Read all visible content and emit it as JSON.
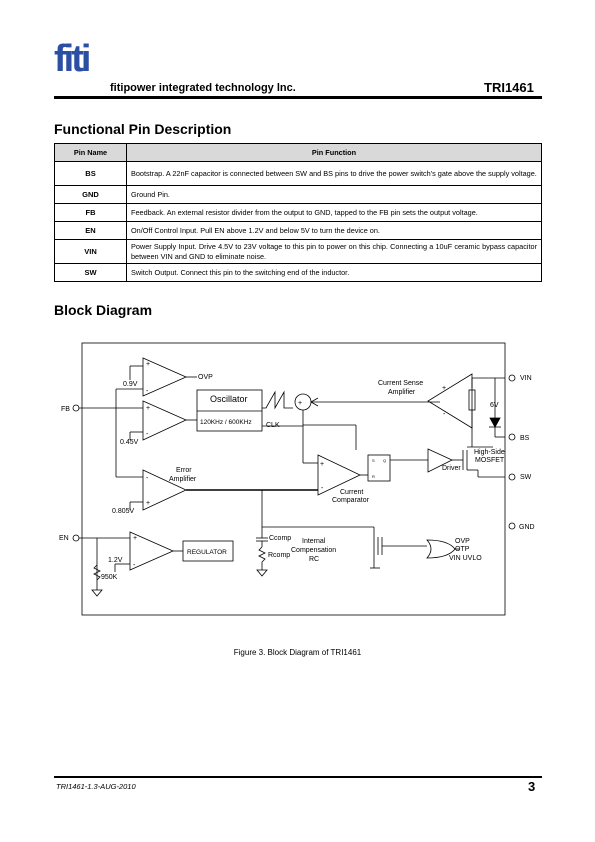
{
  "header": {
    "logo_text": "fiti",
    "company": "fitipower integrated technology lnc.",
    "doc_id": "TRI1461"
  },
  "pin_section": {
    "title": "Functional Pin Description",
    "columns": [
      "Pin Name",
      "Pin Function"
    ],
    "rows": [
      {
        "name": "BS",
        "func": "Bootstrap. A 22nF capacitor is connected between SW and BS pins to drive the power switch's gate above the supply voltage."
      },
      {
        "name": "GND",
        "func": "Ground Pin."
      },
      {
        "name": "FB",
        "func": "Feedback. An external resistor divider from the output to GND, tapped to the FB pin sets the output voltage."
      },
      {
        "name": "EN",
        "func": "On/Off Control Input. Pull EN above 1.2V and below 5V to turn the device on."
      },
      {
        "name": "VIN",
        "func": "Power Supply Input. Drive 4.5V to 23V voltage to this pin to power on this chip. Connecting a 10uF ceramic bypass capacitor between VIN and GND to eliminate noise."
      },
      {
        "name": "SW",
        "func": "Switch Output. Connect this pin to the switching end of the inductor."
      }
    ]
  },
  "block_section": {
    "title": "Block Diagram",
    "caption": "Figure 3. Block Diagram of TRI1461"
  },
  "diagram": {
    "labels": {
      "ovp": "OVP",
      "v09": "0.9V",
      "v045": "0.45V",
      "v0805": "0.805V",
      "fb": "FB",
      "en": "EN",
      "oscillator": "Oscillator",
      "osc_freq": "120KHz / 600KHz",
      "clk": "CLK",
      "plus": "+",
      "minus": "-",
      "error_amp_1": "Error",
      "error_amp_2": "Amplifier",
      "current_sense_1": "Current Sense",
      "current_sense_2": "Amplifier",
      "current_comp_1": "Current",
      "current_comp_2": "Comparator",
      "vin": "VIN",
      "bs": "BS",
      "sw": "SW",
      "gnd": "GND",
      "v6": "6V",
      "high_side_1": "High-Side",
      "high_side_2": "MOSFET",
      "driver": "Driver",
      "regulator": "REGULATOR",
      "v12": "1.2V",
      "r950k": "950K",
      "ccomp": "Ccomp",
      "rcomp": "Rcomp",
      "int_comp_1": "Internal",
      "int_comp_2": "Compensation",
      "int_comp_3": "RC",
      "or_ovp": "OVP",
      "or_otp": "OTP",
      "or_uvlo": "VIN UVLO",
      "latch_s": "S",
      "latch_r": "R",
      "latch_q": "Q"
    }
  },
  "footer": {
    "doc_rev": "TRI1461-1.3-AUG-2010",
    "page": "3"
  }
}
